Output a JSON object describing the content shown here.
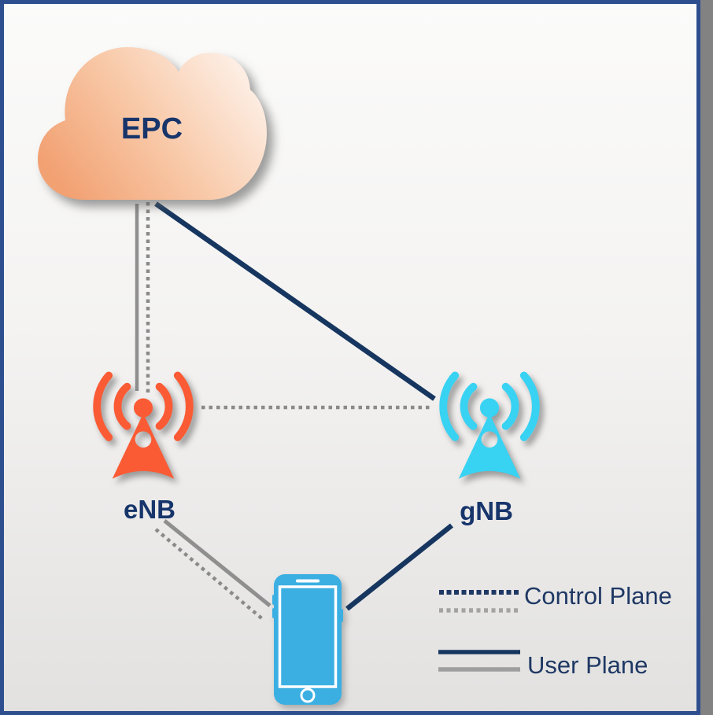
{
  "diagram": {
    "type": "network-architecture",
    "nodes": [
      {
        "id": "epc",
        "label": "EPC",
        "shape": "cloud"
      },
      {
        "id": "enb",
        "label": "eNB",
        "shape": "radio-tower",
        "color": "#fa5b35"
      },
      {
        "id": "gnb",
        "label": "gNB",
        "shape": "radio-tower",
        "color": "#38d2f3"
      },
      {
        "id": "ue",
        "shape": "smartphone",
        "color": "#3bafe2"
      }
    ],
    "links": [
      {
        "from": "EPC",
        "to": "eNB",
        "planes": [
          "User Plane",
          "Control Plane"
        ],
        "color": "gray"
      },
      {
        "from": "EPC",
        "to": "gNB",
        "planes": [
          "User Plane"
        ],
        "color": "navy"
      },
      {
        "from": "eNB",
        "to": "gNB",
        "planes": [
          "Control Plane"
        ],
        "color": "gray"
      },
      {
        "from": "eNB",
        "to": "UE",
        "planes": [
          "User Plane",
          "Control Plane"
        ],
        "color": "gray"
      },
      {
        "from": "gNB",
        "to": "UE",
        "planes": [
          "User Plane"
        ],
        "color": "navy"
      }
    ]
  },
  "legend": {
    "items": [
      {
        "label": "Control Plane",
        "line_style": "dotted",
        "colors": [
          "#1f3864",
          "#a3a3a3"
        ]
      },
      {
        "label": "User Plane",
        "line_style": "solid",
        "colors": [
          "#16365f",
          "#9e9e9e"
        ]
      }
    ]
  },
  "colors": {
    "border_navy": "#2e4f8f",
    "line_navy": "#16365f",
    "line_gray": "#8f8f8f",
    "label_navy": "#17356b",
    "enb_orange": "#fa5b35",
    "gnb_cyan": "#38d2f3",
    "ue_blue": "#3bafe2",
    "cloud_gradient_start": "#f2a173",
    "cloud_gradient_end": "#fef3ec",
    "background_top": "#fbfbfa",
    "background_bottom": "#e2e1e0",
    "right_strip_gray": "#828282"
  }
}
